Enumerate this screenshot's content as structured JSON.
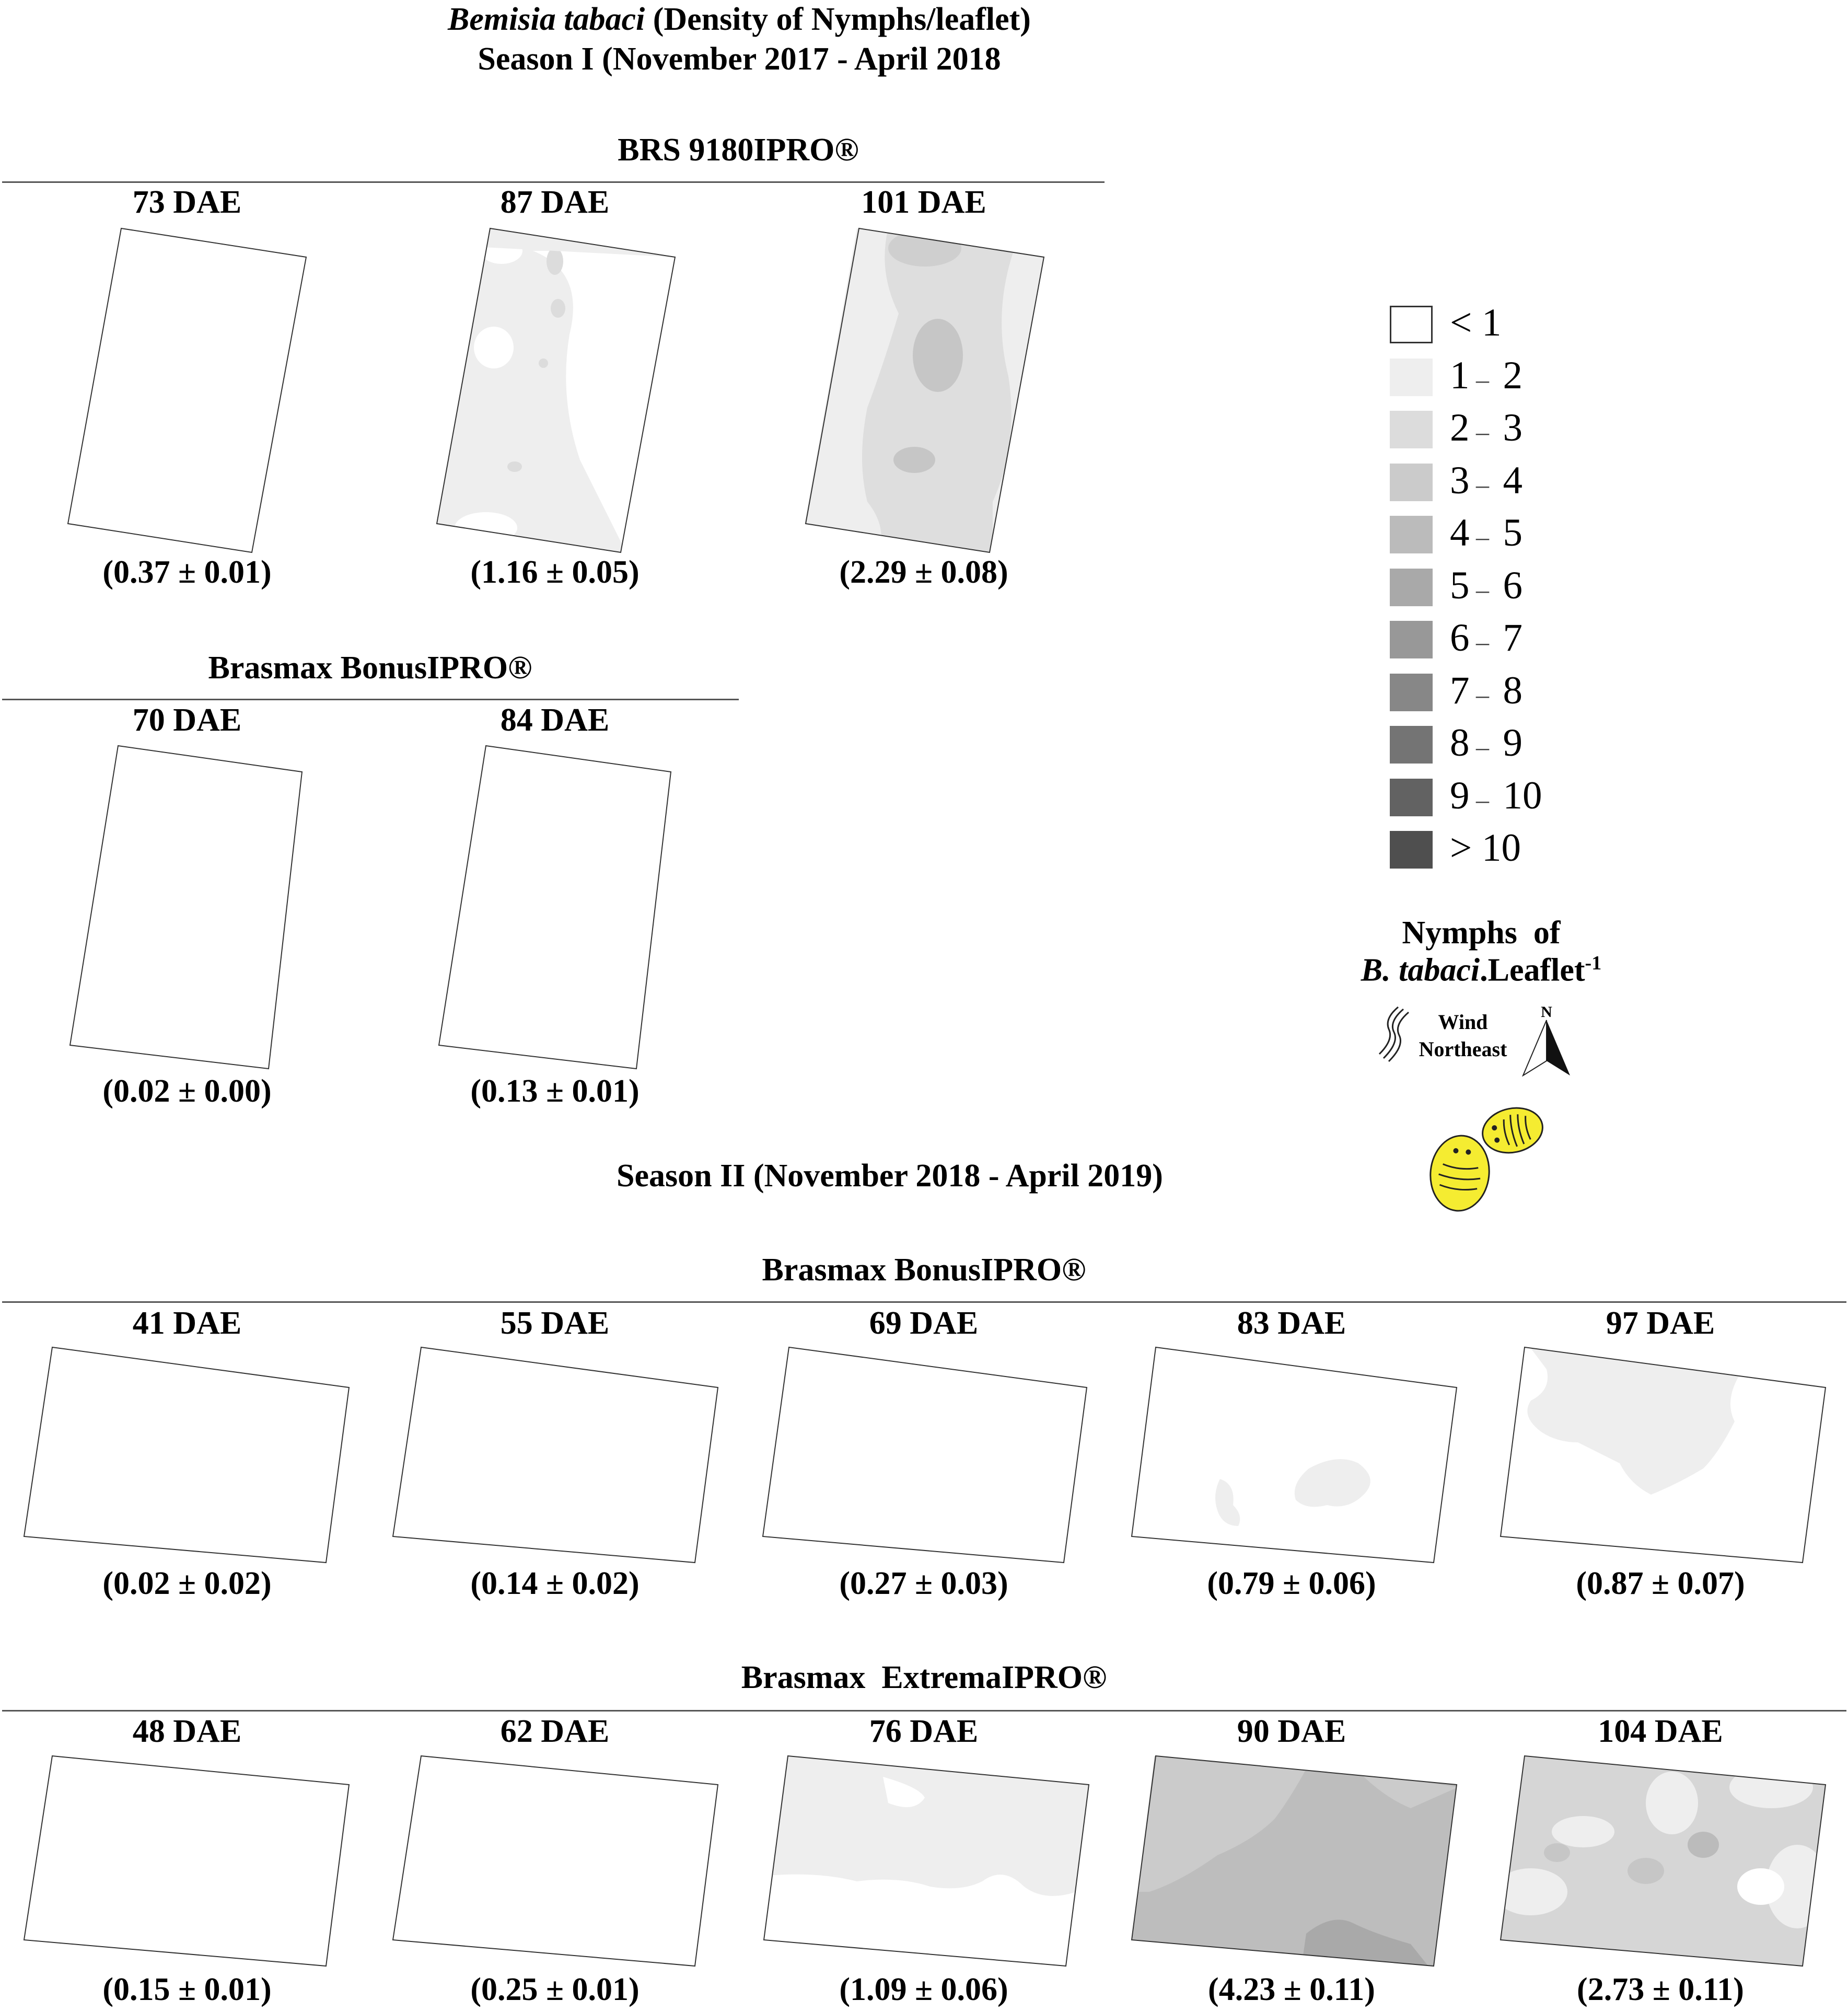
{
  "title": {
    "species": "Bemisia tabaci",
    "rest": " (Density of Nymphs/leaflet)",
    "season1": "Season I (November 2017 - April 2018",
    "season2": "Season II (November 2018 - April 2019)"
  },
  "groups": [
    {
      "label": "BRS 9180IPRO®",
      "panels": [
        {
          "dae": "73 DAE",
          "value": "(0.37 ± 0.01)",
          "fill": "#ffffff"
        },
        {
          "dae": "87 DAE",
          "value": "(1.16 ± 0.05)",
          "fill": "#eeeeee"
        },
        {
          "dae": "101 DAE",
          "value": "(2.29 ± 0.08)",
          "fill": "#dedede"
        }
      ]
    },
    {
      "label": "Brasmax BonusIPRO®",
      "panels": [
        {
          "dae": "70 DAE",
          "value": "(0.02 ± 0.00)",
          "fill": "#ffffff"
        },
        {
          "dae": "84 DAE",
          "value": "(0.13 ± 0.01)",
          "fill": "#ffffff"
        }
      ]
    },
    {
      "label": "Brasmax BonusIPRO®",
      "panels": [
        {
          "dae": "41 DAE",
          "value": "(0.02 ± 0.02)",
          "fill": "#ffffff"
        },
        {
          "dae": "55 DAE",
          "value": "(0.14 ± 0.02)",
          "fill": "#ffffff"
        },
        {
          "dae": "69 DAE",
          "value": "(0.27 ± 0.03)",
          "fill": "#ffffff"
        },
        {
          "dae": "83 DAE",
          "value": "(0.79 ± 0.06)",
          "fill": "#ffffff"
        },
        {
          "dae": "97 DAE",
          "value": "(0.87 ± 0.07)",
          "fill": "#ffffff"
        }
      ]
    },
    {
      "label": "Brasmax  ExtremaIPRO®",
      "panels": [
        {
          "dae": "48 DAE",
          "value": "(0.15 ± 0.01)",
          "fill": "#ffffff"
        },
        {
          "dae": "62 DAE",
          "value": "(0.25 ± 0.01)",
          "fill": "#ffffff"
        },
        {
          "dae": "76 DAE",
          "value": "(1.09 ± 0.06)",
          "fill": "#eeeeee"
        },
        {
          "dae": "90 DAE",
          "value": "(4.23 ± 0.11)",
          "fill": "#bdbdbd"
        },
        {
          "dae": "104 DAE",
          "value": "(2.73 ± 0.11)",
          "fill": "#d6d6d6"
        }
      ]
    }
  ],
  "legend": {
    "classes": [
      {
        "a": "<",
        "b": "1",
        "color": "#ffffff"
      },
      {
        "a": "1",
        "b": "2",
        "color": "#eeeeee"
      },
      {
        "a": "2",
        "b": "3",
        "color": "#dcdcdc"
      },
      {
        "a": "3",
        "b": "4",
        "color": "#cbcbcb"
      },
      {
        "a": "4",
        "b": "5",
        "color": "#bbbbbb"
      },
      {
        "a": "5",
        "b": "6",
        "color": "#a9a9a9"
      },
      {
        "a": "6",
        "b": "7",
        "color": "#989898"
      },
      {
        "a": "7",
        "b": "8",
        "color": "#878787"
      },
      {
        "a": "8",
        "b": "9",
        "color": "#747474"
      },
      {
        "a": "9",
        "b": "10",
        "color": "#626262"
      },
      {
        "a": ">",
        "b": "10",
        "color": "#4f4f4f"
      }
    ],
    "label_line1": "Nymphs  of",
    "label_species": "B. tabaci",
    "label_unit": ".Leaflet",
    "label_exp": "-1",
    "wind_line1": "Wind",
    "wind_line2": "Northeast",
    "north": "N"
  }
}
